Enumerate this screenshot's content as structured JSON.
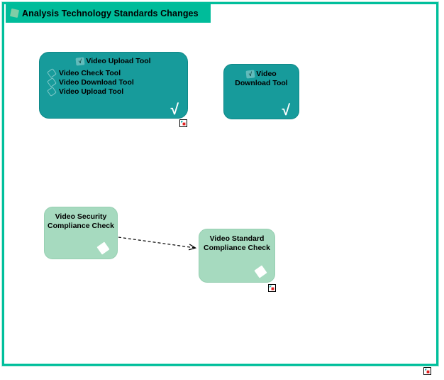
{
  "view": {
    "title": "Analysis Technology Standards Changes"
  },
  "colors": {
    "accent_green": "#00bc9a",
    "node_teal": "#179b9b",
    "node_light_green": "#a6dabf"
  },
  "icons": {
    "check_glyph": "√"
  },
  "nodes": {
    "upload_group": {
      "label": "Video Upload Tool",
      "symbol": "√",
      "items": [
        "Video Check Tool",
        "Video Download Tool",
        "Video Upload Tool"
      ]
    },
    "download_tool": {
      "label": "Video Download Tool",
      "lines": [
        "Video",
        "Download Tool"
      ],
      "symbol": "√"
    },
    "security_check": {
      "label": "Video Security Compliance Check"
    },
    "standard_check": {
      "label": "Video Standard Compliance Check"
    }
  }
}
